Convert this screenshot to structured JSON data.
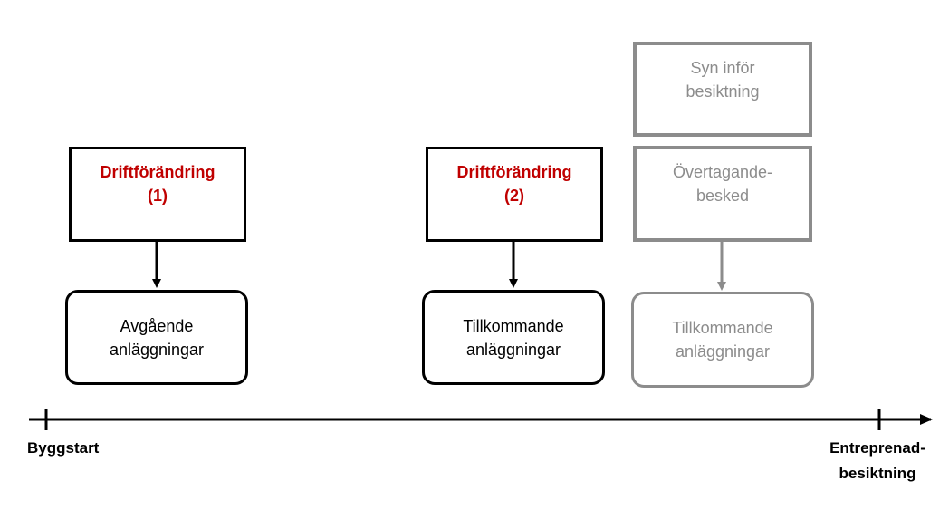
{
  "change1": {
    "line1": "Driftförändring",
    "line2": "(1)"
  },
  "change2": {
    "line1": "Driftförändring",
    "line2": "(2)"
  },
  "outgoing": {
    "line1": "Avgående",
    "line2": "anläggningar"
  },
  "incoming1": {
    "line1": "Tillkommande",
    "line2": "anläggningar"
  },
  "inspection_prep": {
    "line1": "Syn inför",
    "line2": "besiktning"
  },
  "takeover": {
    "line1": "Övertagande-",
    "line2": "besked"
  },
  "incoming2": {
    "line1": "Tillkommande",
    "line2": "anläggningar"
  },
  "timeline": {
    "start_label": "Byggstart",
    "end_label_line1": "Entreprenad-",
    "end_label_line2": "besiktning"
  },
  "colors": {
    "highlight": "#c00000",
    "line": "#000000",
    "muted": "#8c8c8c"
  }
}
